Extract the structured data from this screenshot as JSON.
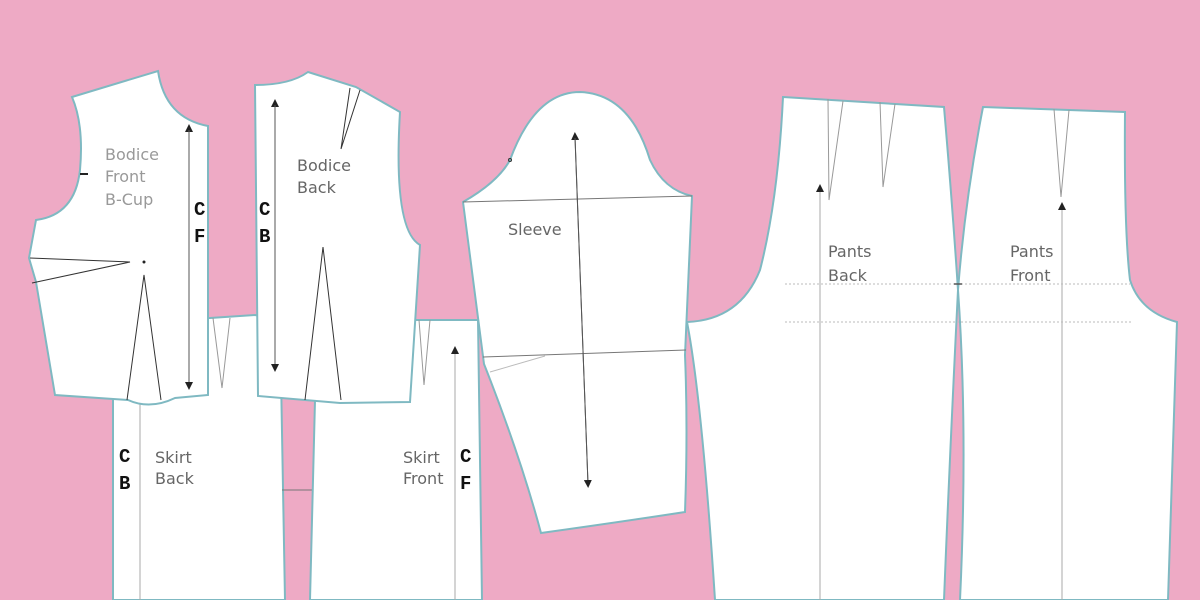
{
  "pieces": {
    "bodice_front": {
      "lines": [
        "Bodice",
        "Front",
        "B-Cup"
      ],
      "mark": [
        "C",
        "F"
      ]
    },
    "bodice_back": {
      "lines": [
        "Bodice",
        "Back"
      ],
      "mark": [
        "C",
        "B"
      ]
    },
    "skirt_back": {
      "lines": [
        "Skirt",
        "Back"
      ],
      "mark": [
        "C",
        "B"
      ]
    },
    "skirt_front": {
      "lines": [
        "Skirt",
        "Front"
      ],
      "mark": [
        "C",
        "F"
      ]
    },
    "sleeve": {
      "lines": [
        "Sleeve"
      ]
    },
    "pants_back": {
      "lines": [
        "Pants",
        "Back"
      ]
    },
    "pants_front": {
      "lines": [
        "Pants",
        "Front"
      ]
    }
  },
  "colors": {
    "background": "#eeaac5",
    "outline": "#7fb9c2"
  }
}
